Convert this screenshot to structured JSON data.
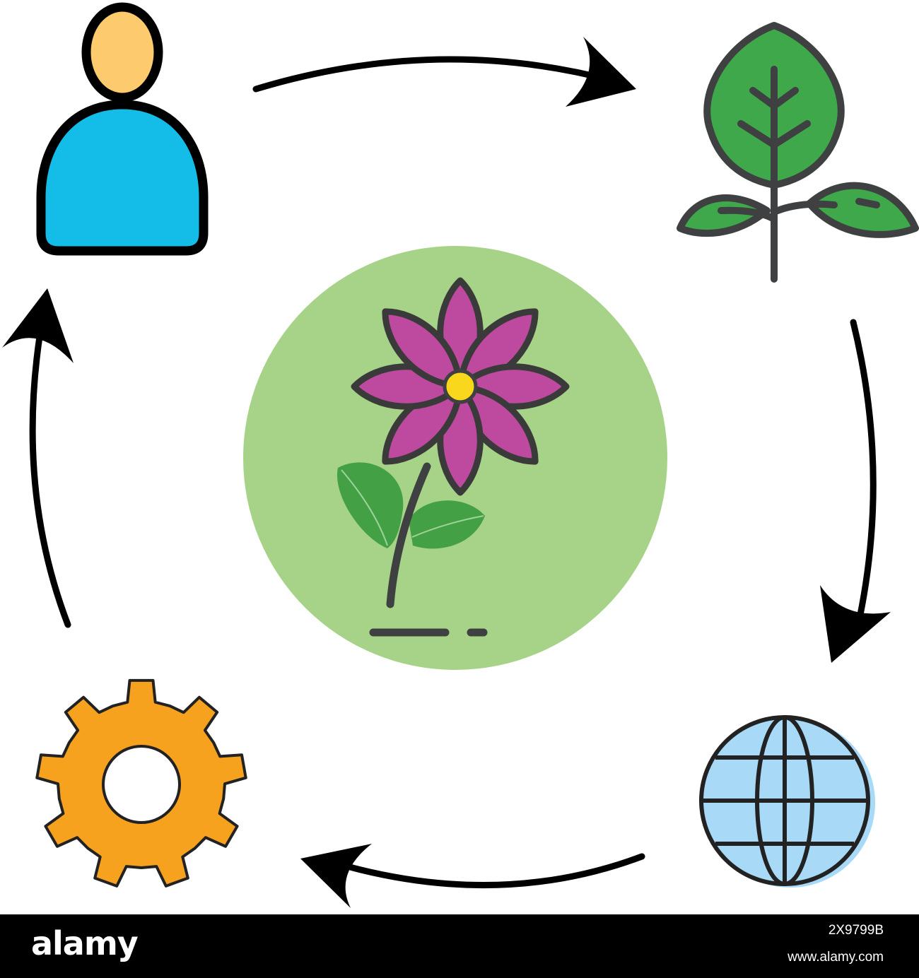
{
  "diagram": {
    "nodes": [
      {
        "id": "person",
        "icon": "person-icon"
      },
      {
        "id": "plant",
        "icon": "plant-icon"
      },
      {
        "id": "globe",
        "icon": "globe-icon"
      },
      {
        "id": "gear",
        "icon": "gear-icon"
      },
      {
        "id": "center",
        "icon": "flower-icon"
      }
    ],
    "cycle": [
      "person",
      "plant",
      "globe",
      "gear",
      "person"
    ],
    "colors": {
      "person_head": "#FDCB6E",
      "person_body": "#14BDE8",
      "leaf": "#3EA84A",
      "globe": "#A8DAF7",
      "gear": "#F6A21E",
      "center_circle": "#A6D388",
      "petal": "#BE4A9F",
      "flower_center": "#F9D71C",
      "outline": "#3A3A3A",
      "arrow": "#000000"
    }
  },
  "footer": {
    "brand": "alamy",
    "image_id": "2X9799B",
    "site": "www.alamy.com"
  }
}
